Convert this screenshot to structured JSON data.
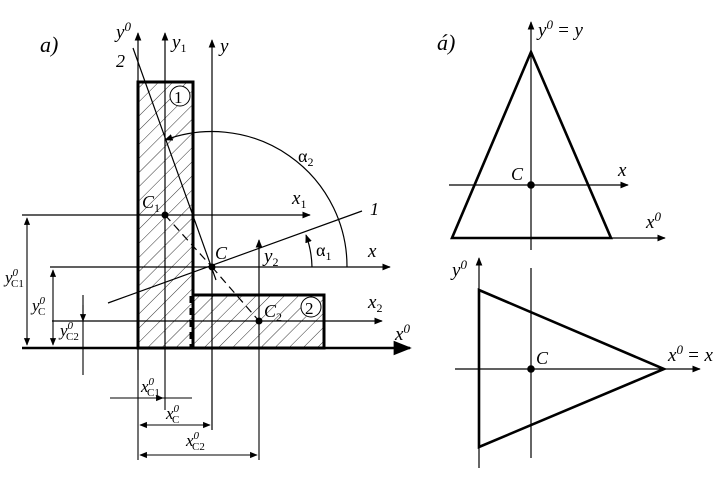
{
  "panel_a": {
    "label": "a)",
    "axes": {
      "y0": "y",
      "y0_sup": "0",
      "y1": "y",
      "y1_sub": "1",
      "y": "y",
      "x1": "x",
      "x1_sub": "1",
      "x": "x",
      "x2": "x",
      "x2_sub": "2",
      "x0": "x",
      "x0_sup": "0",
      "y2": "y",
      "y2_sub": "2"
    },
    "line_labels": {
      "line2": "2",
      "line1": "1"
    },
    "part_labels": {
      "part1": "1",
      "part2": "2"
    },
    "angles": {
      "alpha2": "α",
      "alpha2_sub": "2",
      "alpha1": "α",
      "alpha1_sub": "1"
    },
    "points": {
      "c1": "C",
      "c1_sub": "1",
      "c": "C",
      "c2": "C",
      "c2_sub": "2"
    },
    "dimensions": {
      "yc1": "y",
      "yc1_sup": "0",
      "yc1_sub": "C1",
      "yc": "y",
      "yc_sup": "0",
      "yc_sub": "C",
      "yc2": "y",
      "yc2_sup": "0",
      "yc2_sub": "C2",
      "xc1": "x",
      "xc1_sup": "0",
      "xc1_sub": "C1",
      "xc": "x",
      "xc_sup": "0",
      "xc_sub": "C",
      "xc2": "x",
      "xc2_sup": "0",
      "xc2_sub": "C2"
    }
  },
  "panel_b": {
    "label": "á)",
    "top": {
      "y_axis": "y",
      "y_axis_sup": "0",
      "y_axis_rest": "= y",
      "x_axis": "x",
      "x0_axis": "x",
      "x0_axis_sup": "0",
      "point": "C"
    },
    "bottom": {
      "y0_axis": "y",
      "y0_axis_sup": "0",
      "x_axis": "x",
      "x_axis_sup": "0",
      "x_axis_rest": "= x",
      "point": "C"
    }
  }
}
